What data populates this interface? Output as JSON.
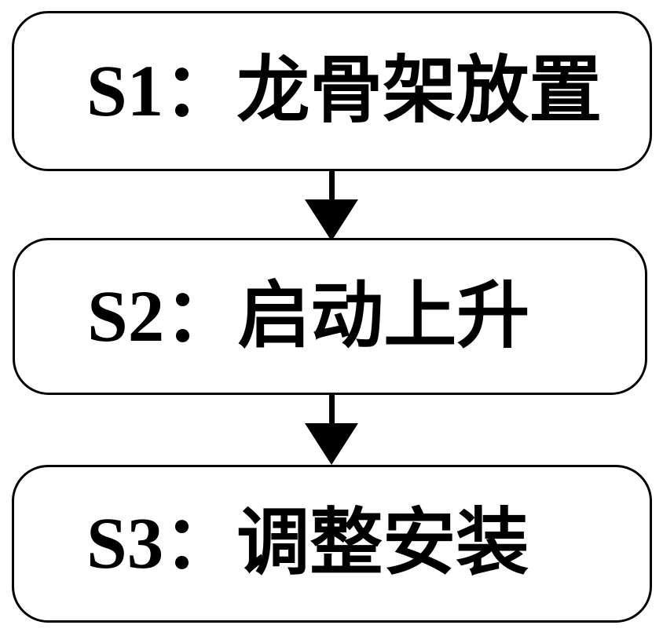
{
  "figure": {
    "type": "flowchart",
    "orientation": "vertical",
    "background_color": "#ffffff",
    "stroke_color": "#000000",
    "steps": [
      {
        "id": "S1",
        "label": "S1：龙骨架放置"
      },
      {
        "id": "S2",
        "label": "S2：启动上升"
      },
      {
        "id": "S3",
        "label": "S3：调整安装"
      }
    ],
    "connectors": [
      {
        "from": "S1",
        "to": "S2",
        "style": "solid-triangle-arrow-down"
      },
      {
        "from": "S2",
        "to": "S3",
        "style": "solid-triangle-arrow-down"
      }
    ]
  }
}
